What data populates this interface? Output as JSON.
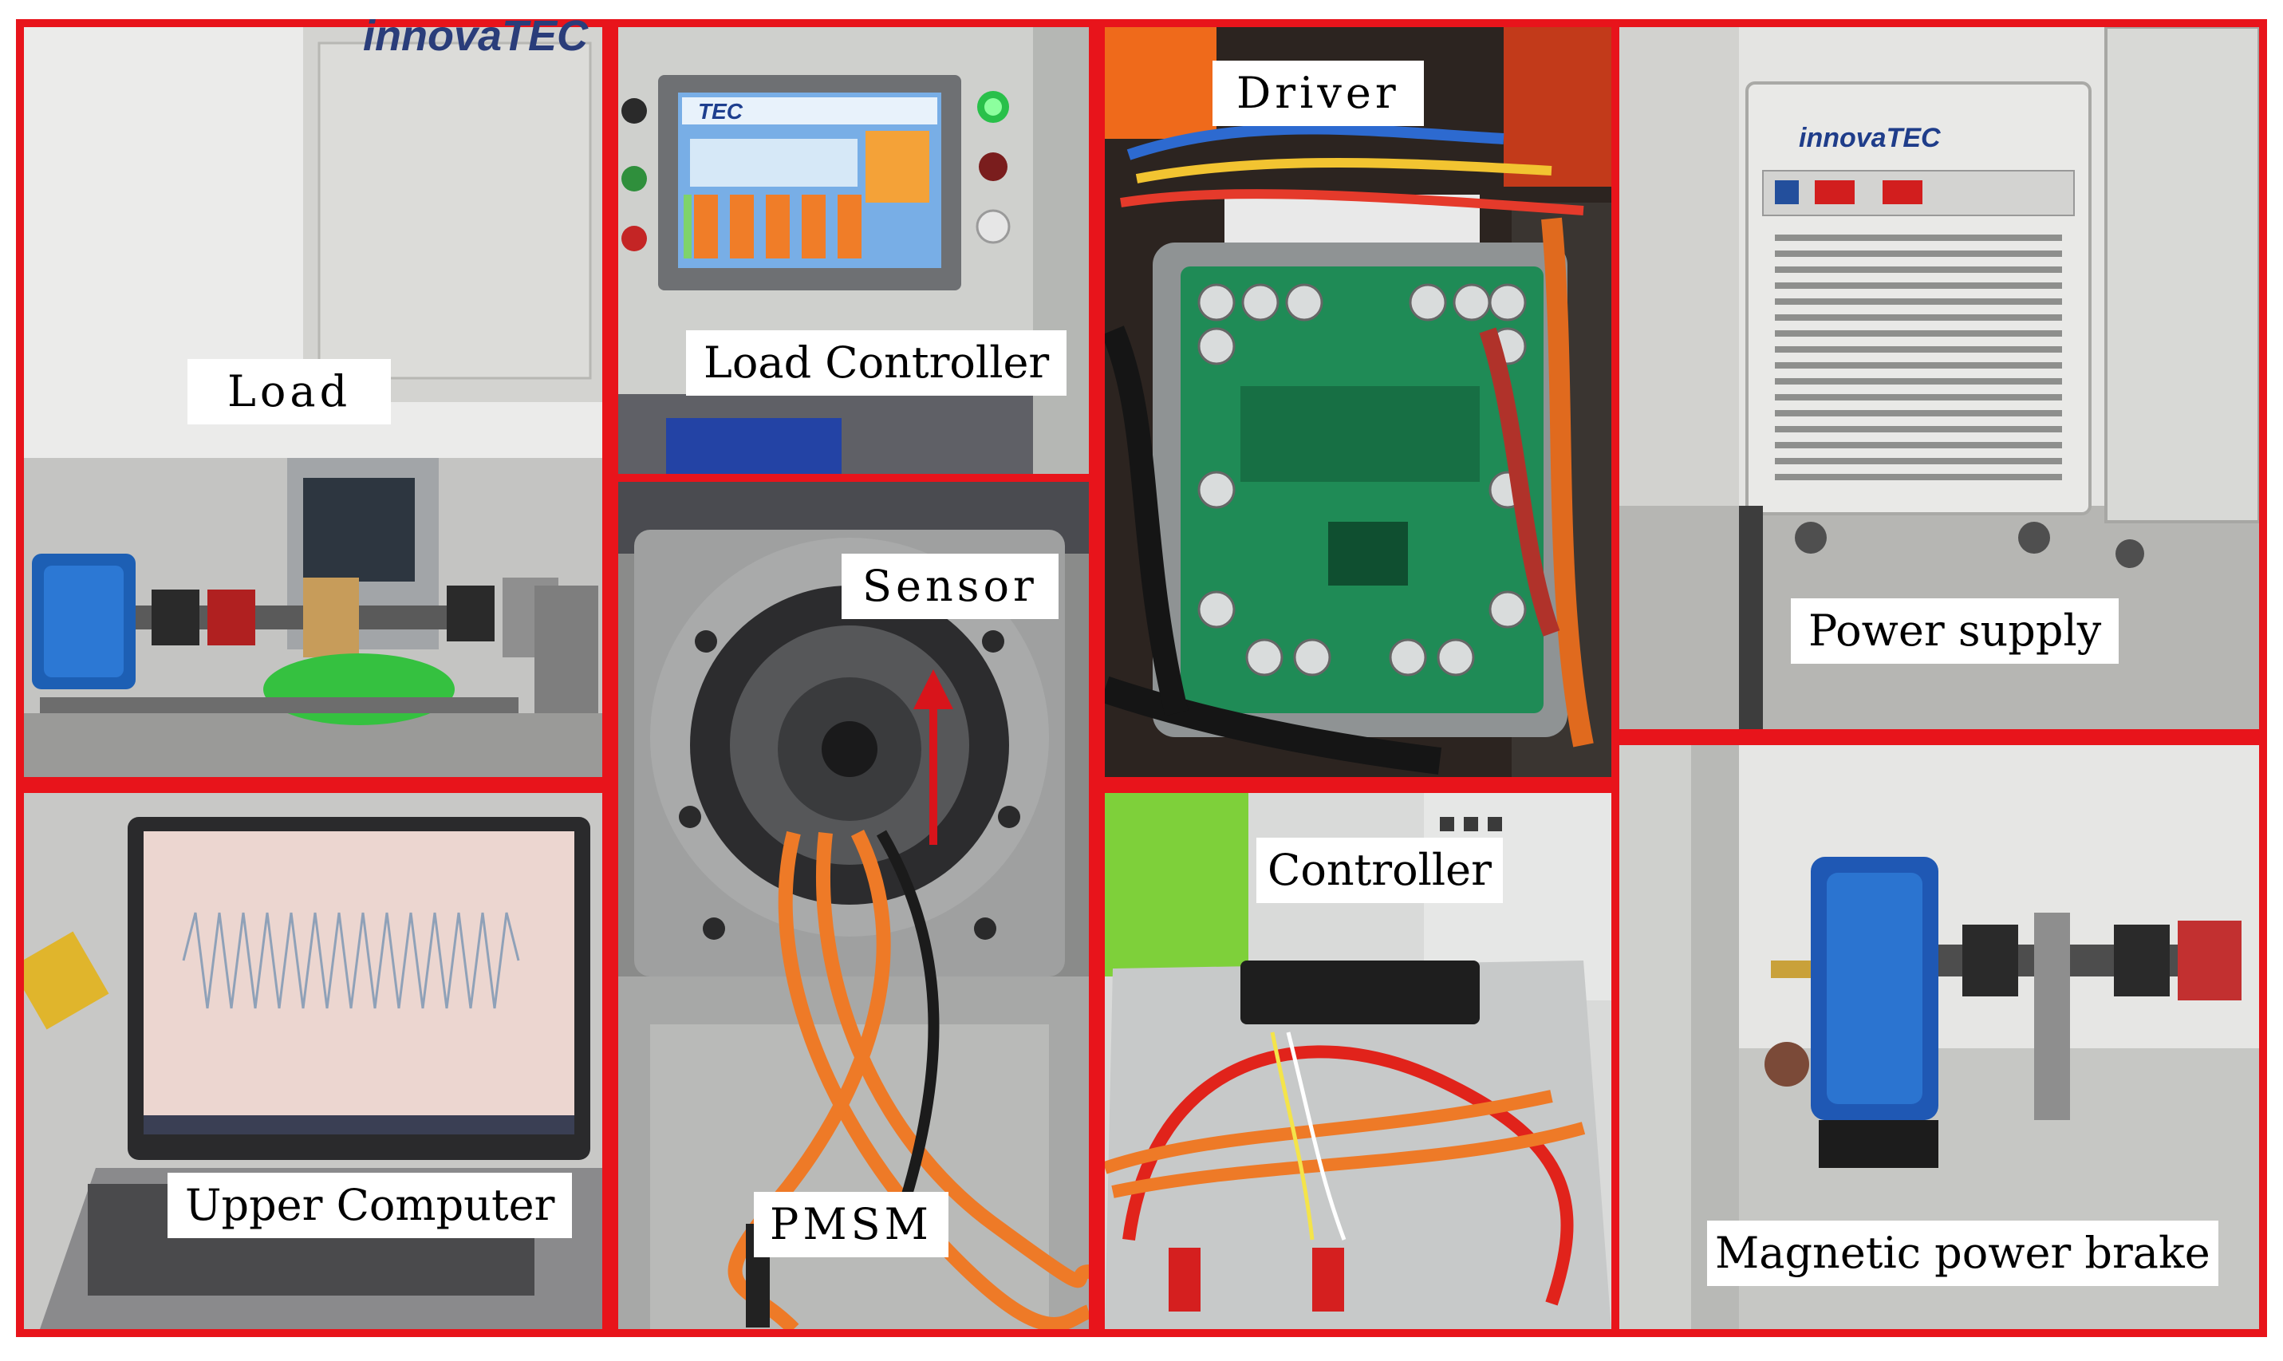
{
  "figure": {
    "frame_color": "#e8141b",
    "label_bg": "#ffffff",
    "panels": [
      {
        "id": "load",
        "label": "Load"
      },
      {
        "id": "load-controller",
        "label": "Load Controller",
        "brand": "TEC"
      },
      {
        "id": "driver",
        "label": "Driver"
      },
      {
        "id": "power-supply",
        "label": "Power supply",
        "brand": "innovaTEC"
      },
      {
        "id": "sensor-pmsm",
        "label": "Sensor",
        "label2": "PMSM"
      },
      {
        "id": "upper-computer",
        "label": "Upper Computer"
      },
      {
        "id": "controller",
        "label": "Controller"
      },
      {
        "id": "magnetic-brake",
        "label": "Magnetic power brake"
      }
    ]
  },
  "overlays": {
    "top_brand": "innovaTEC"
  }
}
